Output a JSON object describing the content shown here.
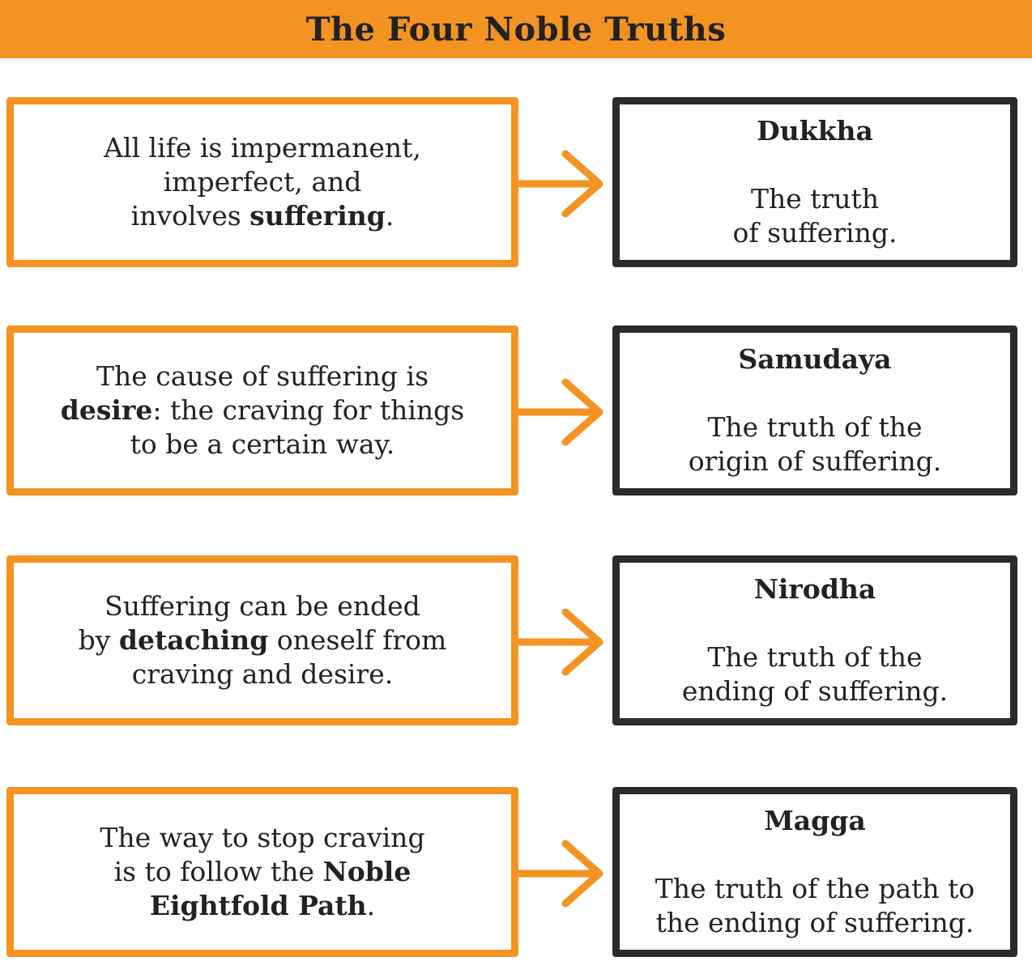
{
  "title": "The Four Noble Truths",
  "colors": {
    "accent": "#f39322",
    "dark": "#2b2b2b"
  },
  "truths": [
    {
      "left": {
        "pre": "All life is impermanent,\nimperfect, and\ninvolves ",
        "bold": "suffering",
        "post": "."
      },
      "name": "Dukkha",
      "desc": "The truth\nof suffering."
    },
    {
      "left": {
        "pre": "The cause of suffering is\n",
        "bold": "desire",
        "post": ": the craving for things\nto be a certain way."
      },
      "name": "Samudaya",
      "desc": "The truth of the\norigin of suffering."
    },
    {
      "left": {
        "pre": "Suffering can be ended\nby ",
        "bold": "detaching",
        "post": " oneself from\ncraving and desire."
      },
      "name": "Nirodha",
      "desc": "The truth of the\nending of suffering."
    },
    {
      "left": {
        "pre": "The way to stop craving\nis to follow the ",
        "bold": "Noble\nEightfold Path",
        "post": "."
      },
      "name": "Magga",
      "desc": "The truth of the path to\nthe ending of suffering."
    }
  ]
}
